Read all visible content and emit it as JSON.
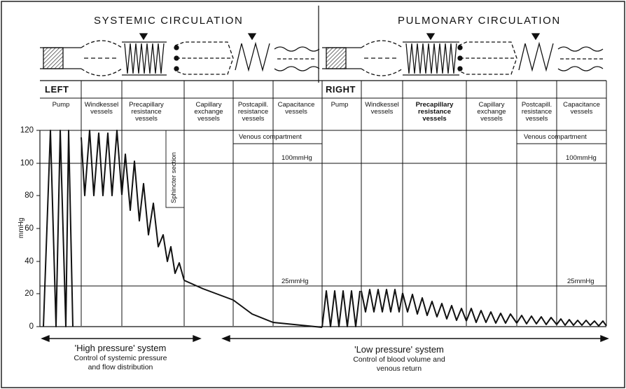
{
  "headers": {
    "systemic": "SYSTEMIC CIRCULATION",
    "pulmonary": "PULMONARY CIRCULATION"
  },
  "sides": {
    "left": "LEFT",
    "right": "RIGHT"
  },
  "segments_left": [
    [
      "Pump"
    ],
    [
      "Windkessel",
      "vessels"
    ],
    [
      "Precapillary",
      "resistance",
      "vessels"
    ],
    [
      "Capillary",
      "exchange",
      "vessels"
    ],
    [
      "Postcapill.",
      "resistance",
      "vessels"
    ],
    [
      "Capacitance",
      "vessels"
    ]
  ],
  "segments_right": [
    [
      "Pump"
    ],
    [
      "Windkessel",
      "vessels"
    ],
    [
      "Precapillary",
      "resistance",
      "vessels"
    ],
    [
      "Capillary",
      "exchange",
      "vessels"
    ],
    [
      "Postcapill.",
      "resistance",
      "vessels"
    ],
    [
      "Capacitance",
      "vessels"
    ]
  ],
  "sphincter": "Sphincter section",
  "venous_compartment": "Venous compartment",
  "pressure_labels": {
    "high_line": "100mmHg",
    "low_line": "25mmHg"
  },
  "y_axis": {
    "label": "mmHg",
    "ticks": [
      "120",
      "100",
      "80",
      "60",
      "40",
      "20",
      "0"
    ]
  },
  "systems": {
    "high": {
      "name": "'High pressure' system",
      "sub1": "Control of systemic pressure",
      "sub2": "and flow distribution"
    },
    "low": {
      "name": "'Low pressure' system",
      "sub1": "Control of blood volume and",
      "sub2": "venous return"
    }
  }
}
